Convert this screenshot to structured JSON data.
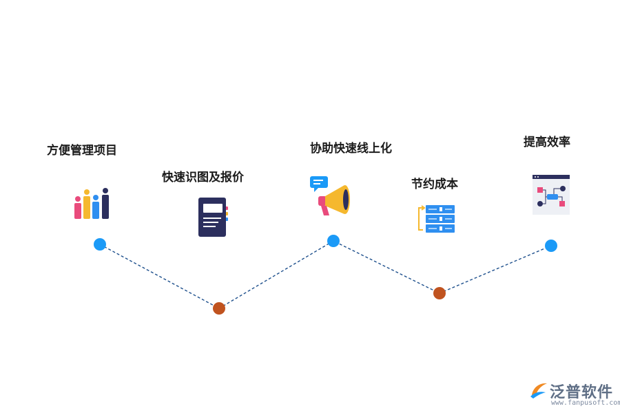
{
  "steps": [
    {
      "label": "方便管理项目",
      "icon": "bar-chart-people-icon",
      "node_color": "#1b9af7"
    },
    {
      "label": "快速识图及报价",
      "icon": "document-icon",
      "node_color": "#c0531f"
    },
    {
      "label": "协助快速线上化",
      "icon": "megaphone-icon",
      "node_color": "#1b9af7"
    },
    {
      "label": "节约成本",
      "icon": "server-stack-icon",
      "node_color": "#c0531f"
    },
    {
      "label": "提高效率",
      "icon": "flowchart-window-icon",
      "node_color": "#1b9af7"
    }
  ],
  "logo": {
    "name": "泛普软件",
    "url": "www.fanpusoft.com"
  },
  "colors": {
    "line": "#1d4f8c",
    "blue_node": "#1b9af7",
    "orange_node": "#c0531f"
  }
}
